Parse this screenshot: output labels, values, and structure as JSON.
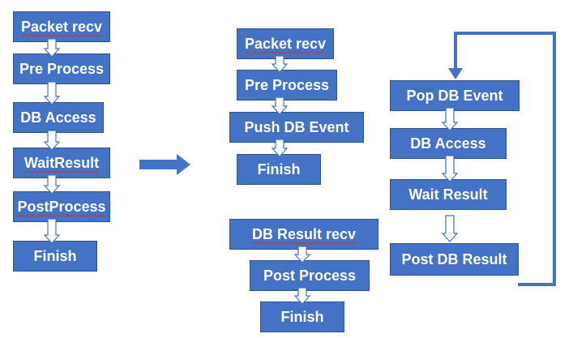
{
  "colors": {
    "box_fill": "#4472c4",
    "box_border": "#2f528f",
    "text": "#ffffff",
    "arrow_fill": "#ffffff",
    "loop_line": "#4472c4",
    "spell_underline": "#d03030"
  },
  "original_flow": {
    "steps": [
      "Packet recv",
      "Pre Process",
      "DB Access",
      "WaitResult",
      "PostProcess",
      "Finish"
    ]
  },
  "new_flow": {
    "packet_flow": [
      "Packet recv",
      "Pre Process",
      "Push DB Event",
      "Finish"
    ],
    "result_flow": [
      "DB Result recv",
      "Post Process",
      "Finish"
    ],
    "db_thread_loop": [
      "Pop DB Event",
      "DB Access",
      "Wait Result",
      "Post DB Result"
    ]
  },
  "icons": {
    "transition": "right-arrow-icon",
    "step_connector": "down-arrow-icon"
  }
}
